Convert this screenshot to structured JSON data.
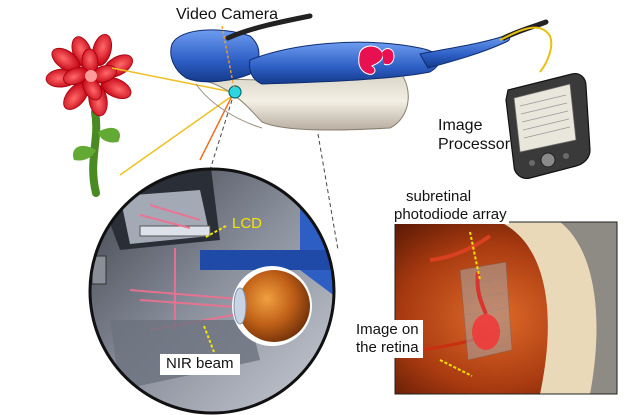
{
  "labels": {
    "video_camera": "Video Camera",
    "image_processor_line1": "Image",
    "image_processor_line2": "Processor",
    "lcd": "LCD",
    "subretinal_line1": "subretinal",
    "subretinal_line2": "photodiode array",
    "image_on_retina_line1": "Image on",
    "image_on_retina_line2": "the retina",
    "nir_beam": "NIR beam"
  },
  "colors": {
    "goggle_blue": "#2f5fc8",
    "flower_red": "#e8182a",
    "stem_green": "#5a9a2e",
    "retina_orange": "#c8501a",
    "beam_pink": "#f07090",
    "lcd_label": "#f5e400"
  }
}
